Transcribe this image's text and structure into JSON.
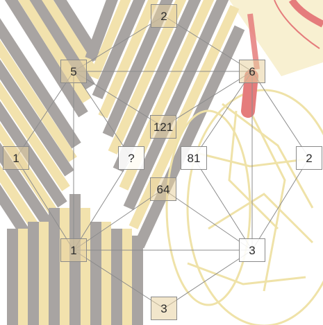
{
  "puzzle": {
    "nodes": [
      {
        "id": "top",
        "label": "2"
      },
      {
        "id": "upper-left",
        "label": "5"
      },
      {
        "id": "upper-right",
        "label": "6"
      },
      {
        "id": "center-upper",
        "label": "121"
      },
      {
        "id": "left",
        "label": "1"
      },
      {
        "id": "question",
        "label": "?"
      },
      {
        "id": "center-right",
        "label": "81"
      },
      {
        "id": "right",
        "label": "2"
      },
      {
        "id": "center-lower",
        "label": "64"
      },
      {
        "id": "lower-left",
        "label": "1"
      },
      {
        "id": "lower-right",
        "label": "3"
      },
      {
        "id": "bottom",
        "label": "3"
      }
    ],
    "edges": [
      [
        "top",
        "upper-left"
      ],
      [
        "top",
        "upper-right"
      ],
      [
        "upper-left",
        "upper-right"
      ],
      [
        "upper-left",
        "center-upper"
      ],
      [
        "upper-right",
        "center-upper"
      ],
      [
        "upper-left",
        "left"
      ],
      [
        "upper-left",
        "question"
      ],
      [
        "upper-left",
        "lower-left"
      ],
      [
        "left",
        "lower-left"
      ],
      [
        "question",
        "lower-left"
      ],
      [
        "upper-right",
        "center-right"
      ],
      [
        "upper-right",
        "right"
      ],
      [
        "upper-right",
        "lower-right"
      ],
      [
        "center-right",
        "lower-right"
      ],
      [
        "right",
        "lower-right"
      ],
      [
        "lower-left",
        "center-lower"
      ],
      [
        "center-lower",
        "lower-right"
      ],
      [
        "lower-left",
        "lower-right"
      ],
      [
        "lower-left",
        "bottom"
      ],
      [
        "bottom",
        "lower-right"
      ]
    ]
  },
  "colors": {
    "stripe_gray": "#a8a4a2",
    "stripe_yellow": "#f2e2ad",
    "curve_yellow": "#efe2a8",
    "red_band": "#e57c7c",
    "edge_line": "#8c8c8c",
    "node_border": "#8a8a8a"
  }
}
